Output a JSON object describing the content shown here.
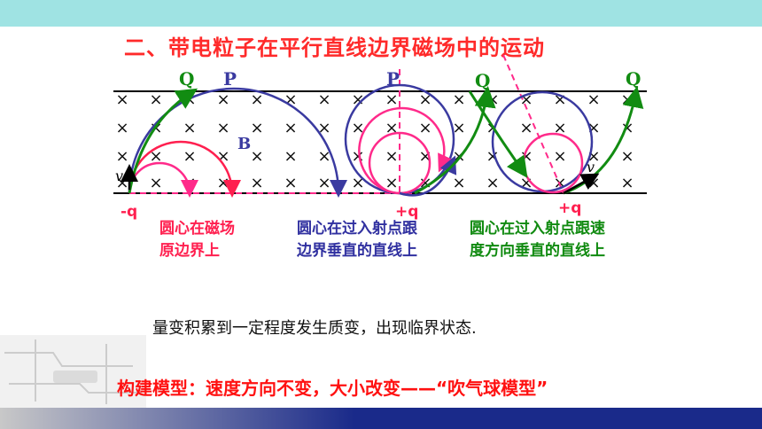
{
  "title": "二、带电粒子在平行直线边界磁场中的运动",
  "labels": {
    "Q1": "Q",
    "P1": "P",
    "B": "B",
    "v1": "v",
    "neg_q": "-q",
    "P2": "P",
    "pos_q1": "+q",
    "Q2": "Q",
    "Q3": "Q",
    "v2": "v",
    "pos_q2": "+q",
    "cross": "×"
  },
  "captions": {
    "red": [
      "圆心在磁场",
      "原边界上"
    ],
    "blue": [
      "圆心在过入射点跟",
      "边界垂直的直线上"
    ],
    "green": [
      "圆心在过入射点跟速",
      "度方向垂直的直线上"
    ]
  },
  "statement": "量变积累到一定程度发生质变，出现临界状态.",
  "model": "构建模型：速度方向不变，大小改变——“吹气球模型”",
  "colors": {
    "red": "#ff1f4f",
    "magenta": "#ff2a8a",
    "blue": "#3a3aa0",
    "green": "#128c12",
    "title": "#ff2a2a",
    "band": "#9fe3e3",
    "footer": "#1a2a8a"
  }
}
